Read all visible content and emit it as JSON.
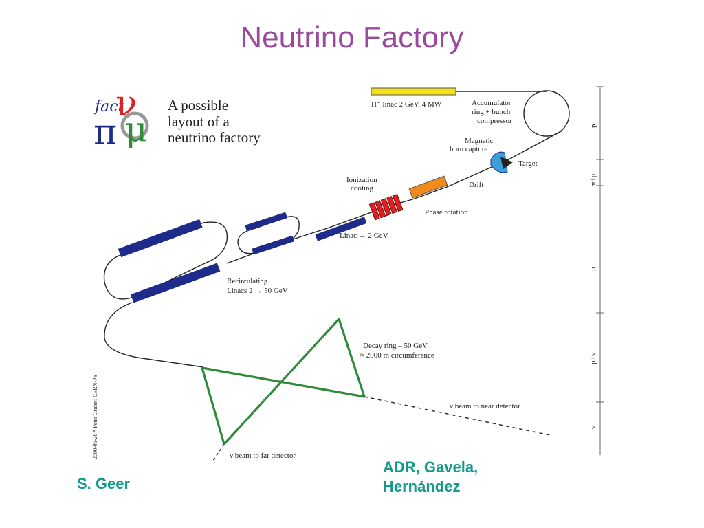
{
  "slide": {
    "title": "Neutrino Factory",
    "credit_left": "S. Geer",
    "credit_right_line1": "ADR, Gavela,",
    "credit_right_line2": "Hernández"
  },
  "diagram": {
    "logo": {
      "fact": "fact",
      "nu": "ν",
      "pi": "π",
      "mu": "μ",
      "heading_line1": "A possible",
      "heading_line2": "layout of a",
      "heading_line3": "neutrino factory"
    },
    "labels": {
      "h_linac": "H⁻ linac 2 GeV, 4 MW",
      "accum_1": "Accumulator",
      "accum_2": "ring + bunch",
      "accum_3": "compressor",
      "horn_1": "Magnetic",
      "horn_2": "horn capture",
      "target": "Target",
      "drift": "Drift",
      "ion_1": "Ionization",
      "ion_2": "cooling",
      "phase": "Phase rotation",
      "linac": "Linac → 2 GeV",
      "recirc_1": "Recirculating",
      "recirc_2": "Linacs 2 → 50 GeV",
      "decay_1": "Decay ring – 50 GeV",
      "decay_2": "≈ 2000 m circumference",
      "near": "ν beam to near detector",
      "far": "ν beam to far detector",
      "credit_vertical": "2000-05-26 * Peter Gruber, CERN-PS"
    },
    "scale": {
      "p": "p",
      "pi_mu": "π+μ",
      "mu": "μ",
      "mu_nu": "μ+ν",
      "nu": "ν"
    },
    "colors": {
      "title": "#9a4a9a",
      "credits": "#149a8c",
      "linac_blue": "#1e2b8a",
      "decay_green": "#2e8b3a",
      "h_linac_yellow": "#f4e01a",
      "cooling_red": "#e02020",
      "phase_orange": "#f08a1a",
      "horn_blue": "#3aa0d8"
    }
  }
}
